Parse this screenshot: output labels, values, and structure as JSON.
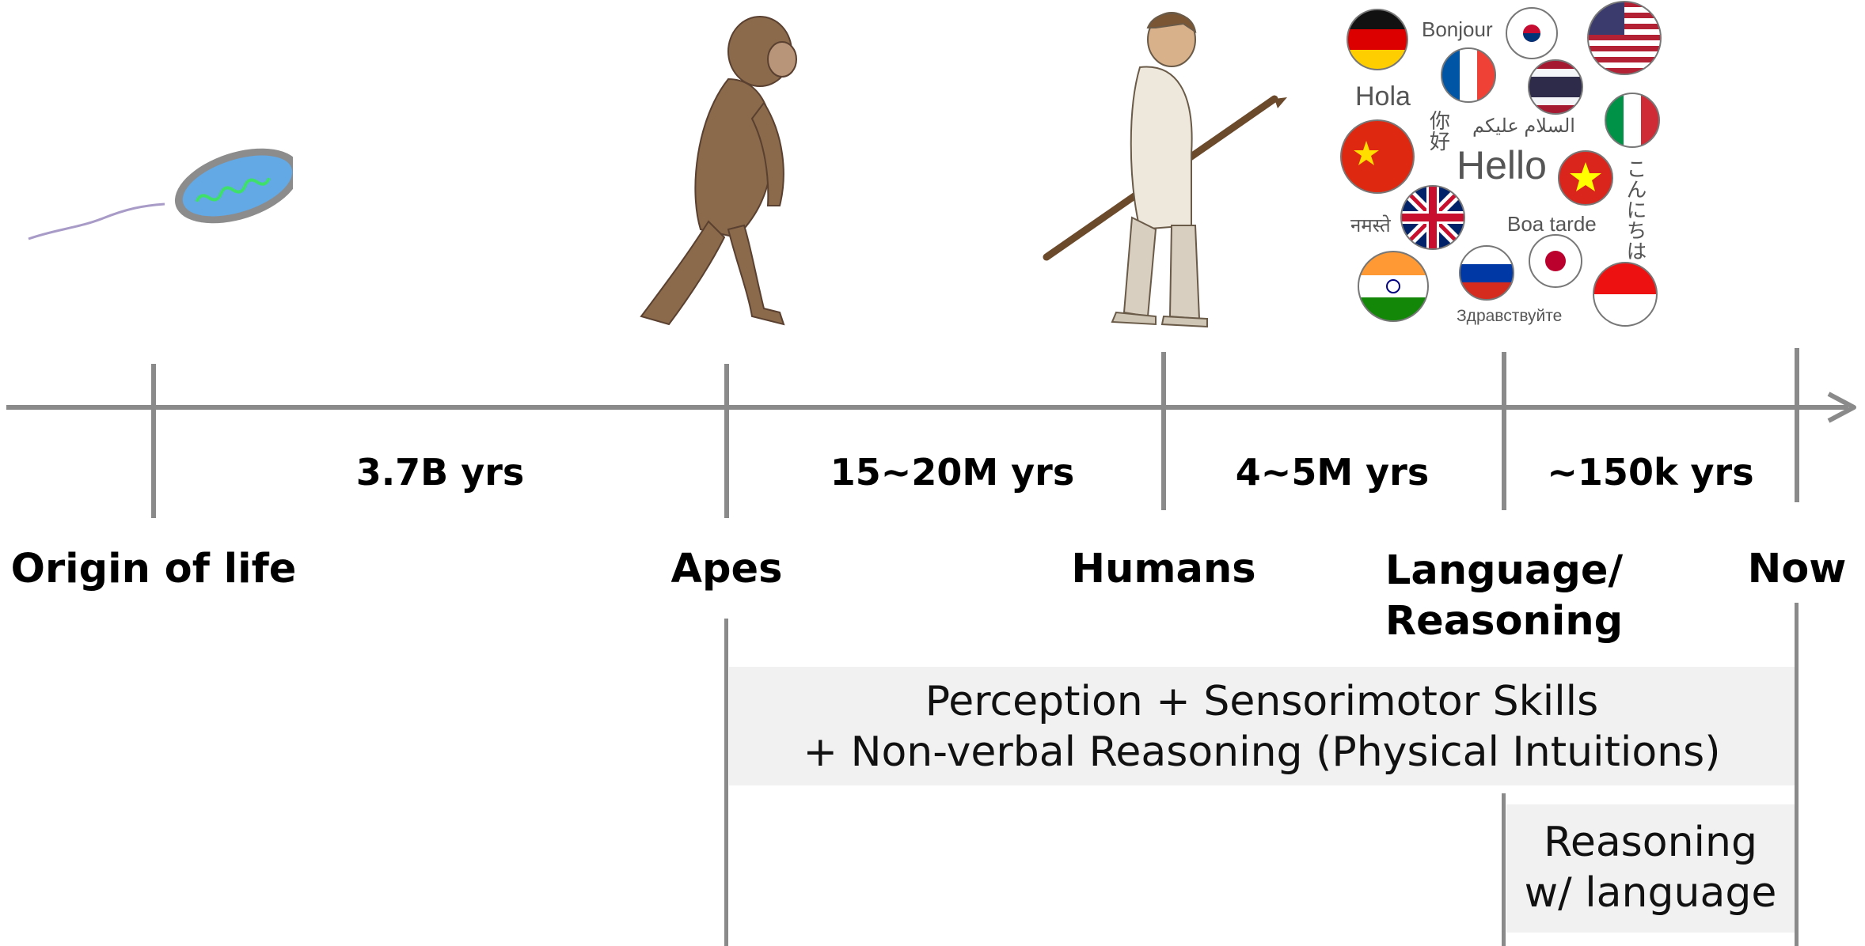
{
  "axis": {
    "milestones": [
      {
        "label": "Origin of life"
      },
      {
        "label": "Apes"
      },
      {
        "label": "Humans"
      },
      {
        "label": "Language/",
        "label2": "Reasoning"
      },
      {
        "label": "Now"
      }
    ],
    "spans": [
      "3.7B yrs",
      "15~20M yrs",
      "4~5M yrs",
      "~150k yrs"
    ]
  },
  "boxes": {
    "perception": {
      "line1": "Perception + Sensorimotor Skills",
      "line2": "+ Non-verbal Reasoning (Physical Intuitions)"
    },
    "language": {
      "line1": "Reasoning",
      "line2": "w/ language"
    }
  },
  "greetings": {
    "bonjour": "Bonjour",
    "hola": "Hola",
    "nihao": "你好",
    "salaam": "السلام عليكم",
    "hello": "Hello",
    "namaste": "नमस्ते",
    "boa_tarde": "Boa tarde",
    "konnichiwa": "こんにちは",
    "zdravstvuyte": "Здравствуйте"
  },
  "icons": {
    "bacterium": "bacterium-icon",
    "ape": "ape-icon",
    "caveman": "caveman-icon",
    "flags": "flag-bubble-icon"
  },
  "colors": {
    "axis": "#8a8a8a",
    "box": "#f1f1f1"
  }
}
